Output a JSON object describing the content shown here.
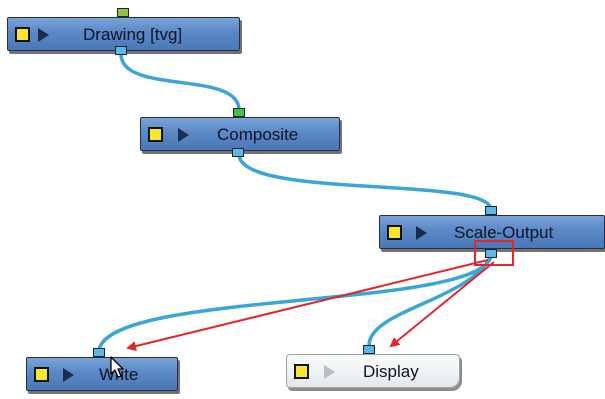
{
  "nodes": {
    "drawing": {
      "label": "Drawing [tvg]"
    },
    "composite": {
      "label": "Composite"
    },
    "scale_output": {
      "label": "Scale-Output"
    },
    "write": {
      "label": "Write"
    },
    "display": {
      "label": "Display"
    }
  },
  "colors": {
    "node_fill": "#5b88c6",
    "display_node_fill": "#eef1f2",
    "port_output": "#5db6e6",
    "port_input_green": "#3ec43e",
    "connection_wire": "#3aa6d6",
    "annotation_red": "#e3262a",
    "enable_toggle": "#f7e52e"
  },
  "icons": {
    "enable_toggle": "yellow-square-enable-icon",
    "preview": "play-arrow-icon",
    "pointer": "mouse-cursor-icon"
  }
}
